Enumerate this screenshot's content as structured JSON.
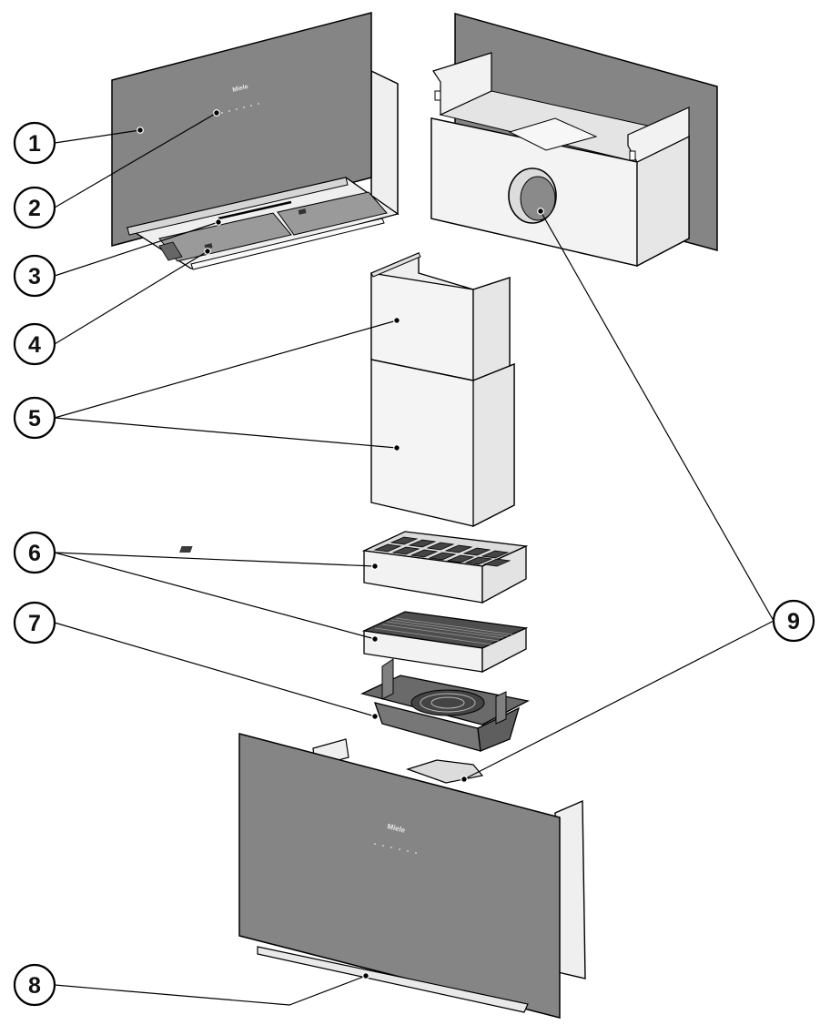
{
  "brand_logo": "Miele",
  "callouts": [
    {
      "id": 1,
      "label": "1"
    },
    {
      "id": 2,
      "label": "2"
    },
    {
      "id": 3,
      "label": "3"
    },
    {
      "id": 4,
      "label": "4"
    },
    {
      "id": 5,
      "label": "5"
    },
    {
      "id": 6,
      "label": "6"
    },
    {
      "id": 7,
      "label": "7"
    },
    {
      "id": 8,
      "label": "8"
    },
    {
      "id": 9,
      "label": "9"
    }
  ],
  "colors": {
    "glass_panel": "#858585",
    "housing": "#efefef",
    "outline": "#000000",
    "filter_mesh": "#5a5a5a"
  }
}
